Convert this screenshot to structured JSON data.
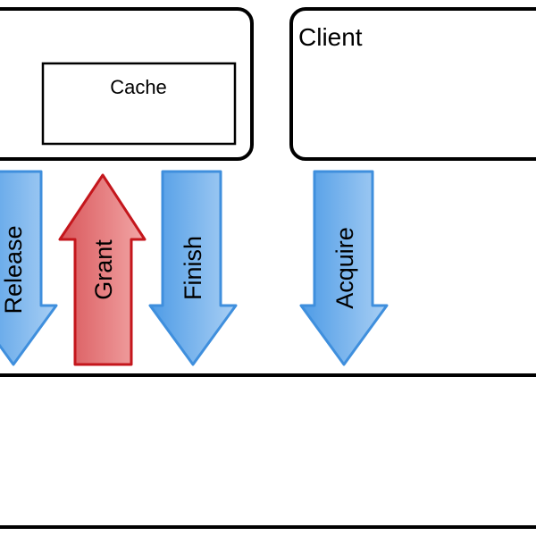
{
  "boxes": {
    "client": {
      "title": "Client"
    },
    "cache": {
      "label": "Cache"
    }
  },
  "arrows": [
    {
      "id": "release",
      "label": "Release",
      "direction": "down",
      "color": "blue"
    },
    {
      "id": "grant",
      "label": "Grant",
      "direction": "up",
      "color": "red"
    },
    {
      "id": "finish",
      "label": "Finish",
      "direction": "down",
      "color": "blue"
    },
    {
      "id": "acquire",
      "label": "Acquire",
      "direction": "down",
      "color": "blue"
    }
  ],
  "colors": {
    "blue_light": "#a9cff4",
    "blue_dark": "#4d9be6",
    "blue_stroke": "#3f8fdd",
    "red_light": "#f2a7a7",
    "red_dark": "#d9565a",
    "red_stroke": "#c4161c",
    "box_stroke": "#000000"
  }
}
